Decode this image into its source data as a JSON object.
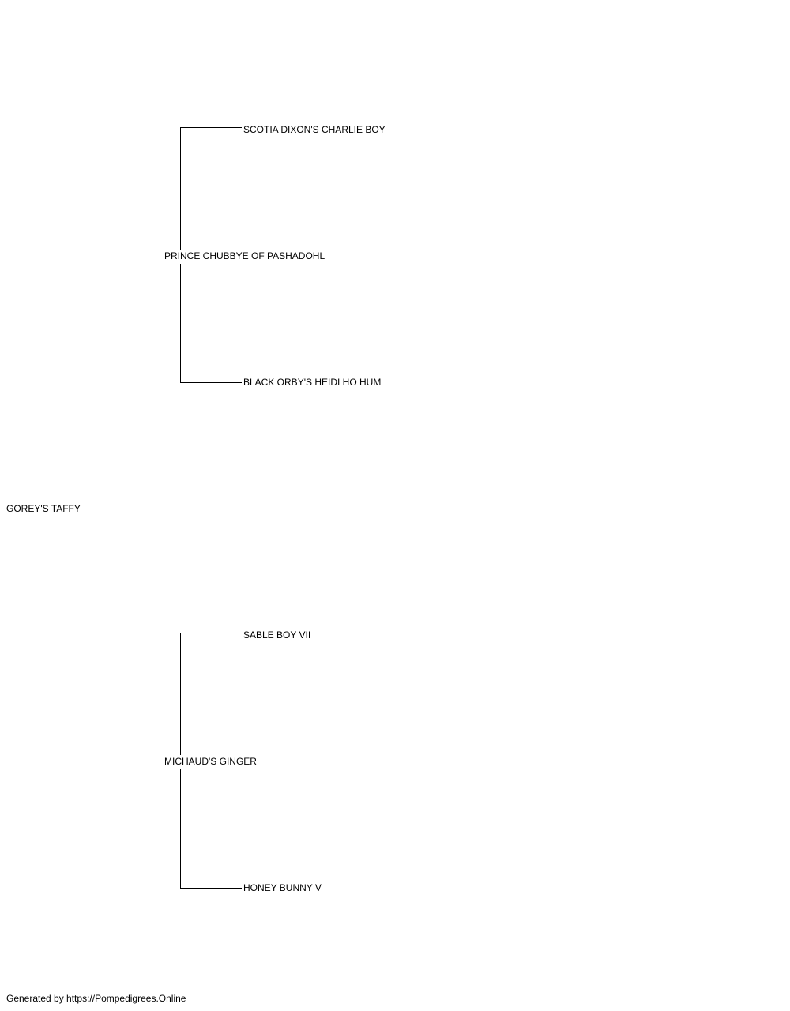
{
  "pedigree": {
    "subject": "GOREY'S TAFFY",
    "sire": {
      "name": "PRINCE CHUBBYE OF PASHADOHL",
      "sire": "SCOTIA DIXON'S CHARLIE BOY",
      "dam": "BLACK ORBY'S HEIDI HO HUM"
    },
    "dam": {
      "name": "MICHAUD'S GINGER",
      "sire": "SABLE BOY VII",
      "dam": "HONEY BUNNY V"
    }
  },
  "footer": {
    "text": "Generated by https://Pompedigrees.Online"
  }
}
